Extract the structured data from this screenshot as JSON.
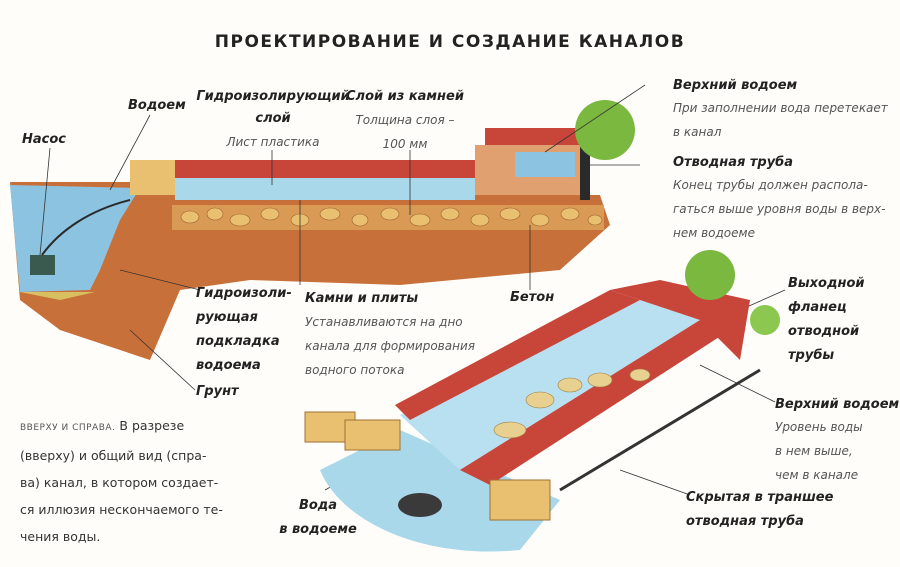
{
  "title": "ПРОЕКТИРОВАНИЕ И СОЗДАНИЕ КАНАЛОВ",
  "cross_section": {
    "vodoem": "Водоем",
    "nasos": "Насос",
    "hydro_layer": {
      "label_1": "Гидроизолирующий",
      "label_2": "слой",
      "desc": "Лист пластика"
    },
    "stone_layer": {
      "label": "Слой из камней",
      "desc_1": "Толщина слоя –",
      "desc_2": "100 мм"
    },
    "upper_pond": {
      "label": "Верхний водоем",
      "desc_1": "При заполнении вода перетекает",
      "desc_2": "в канал"
    },
    "drain_pipe": {
      "label": "Отводная труба",
      "desc_1": "Конец трубы должен распола-",
      "desc_2": "гаться выше уровня воды в верх-",
      "desc_3": "нем водоеме"
    },
    "liner": {
      "l1": "Гидроизоли-",
      "l2": "рующая",
      "l3": "подкладка",
      "l4": "водоема"
    },
    "soil": "Грунт",
    "stones_slabs": {
      "label": "Камни и плиты",
      "desc_1": "Устанавливаются на дно",
      "desc_2": "канала для формирования",
      "desc_3": "водного потока"
    },
    "concrete": "Бетон"
  },
  "perspective": {
    "outlet_flange": {
      "l1": "Выходной",
      "l2": "фланец",
      "l3": "отводной",
      "l4": "трубы"
    },
    "upper_pond": {
      "label": "Верхний водоем",
      "desc_1": "Уровень воды",
      "desc_2": "в нем выше,",
      "desc_3": "чем в канале"
    },
    "hidden_pipe": {
      "l1": "Скрытая в траншее",
      "l2": "отводная труба"
    },
    "water": {
      "l1": "Вода",
      "l2": "в водоеме"
    }
  },
  "caption": {
    "smallcaps": "ВВЕРХУ И СПРАВА.",
    "text_1": "В разрезе",
    "text_2": "(вверху) и общий вид (спра-",
    "text_3": "ва) канал, в котором создает-",
    "text_4": "ся иллюзия нескончаемого те-",
    "text_5": "чения воды."
  },
  "colors": {
    "water": "#9fd0e8",
    "soil": "#c8703a",
    "brick": "#c8453a",
    "stone": "#e8c070",
    "plant": "#7bb840"
  }
}
